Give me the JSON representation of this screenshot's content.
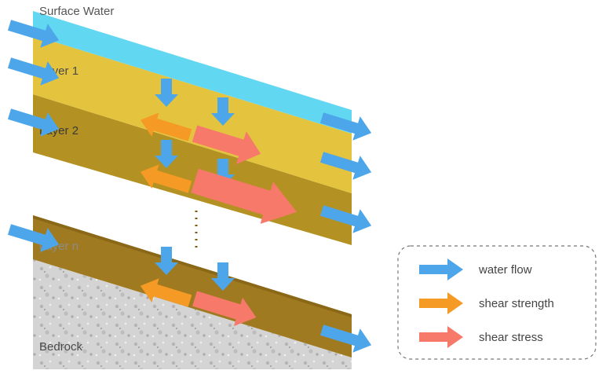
{
  "labels": {
    "surface_water": "Surface Water",
    "layer1": "Layer 1",
    "layer2": "Layer 2",
    "layern": "Layer n",
    "bedrock": "Bedrock"
  },
  "legend": {
    "items": [
      {
        "label": "water flow",
        "color": "#4da6ea"
      },
      {
        "label": "shear strength",
        "color": "#f59a24"
      },
      {
        "label": "shear stress",
        "color": "#f6796a"
      }
    ]
  },
  "colors": {
    "surface_water": "#62d7f2",
    "layer1": "#e4c43e",
    "layer2": "#b39122",
    "layern": "#a07a20",
    "bedrock": "#d2d2d2",
    "water_flow": "#4da6ea",
    "shear_strength": "#f59a24",
    "shear_stress": "#f6796a"
  }
}
